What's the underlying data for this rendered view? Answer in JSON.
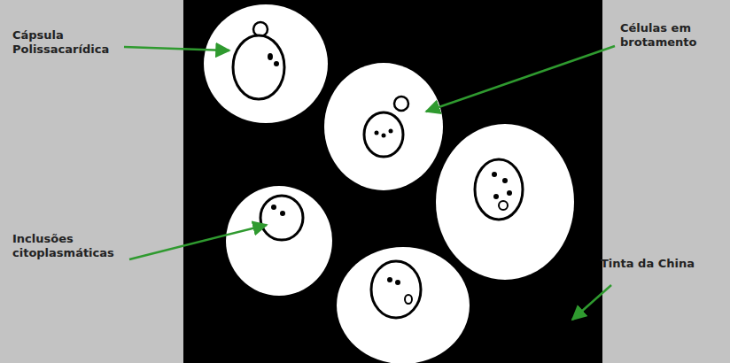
{
  "diagram": {
    "labels": [
      "Cápsula Polissacarídica",
      "Células em brotamento",
      "Inclusões citoplasmáticas",
      "Tinta da China"
    ]
  }
}
